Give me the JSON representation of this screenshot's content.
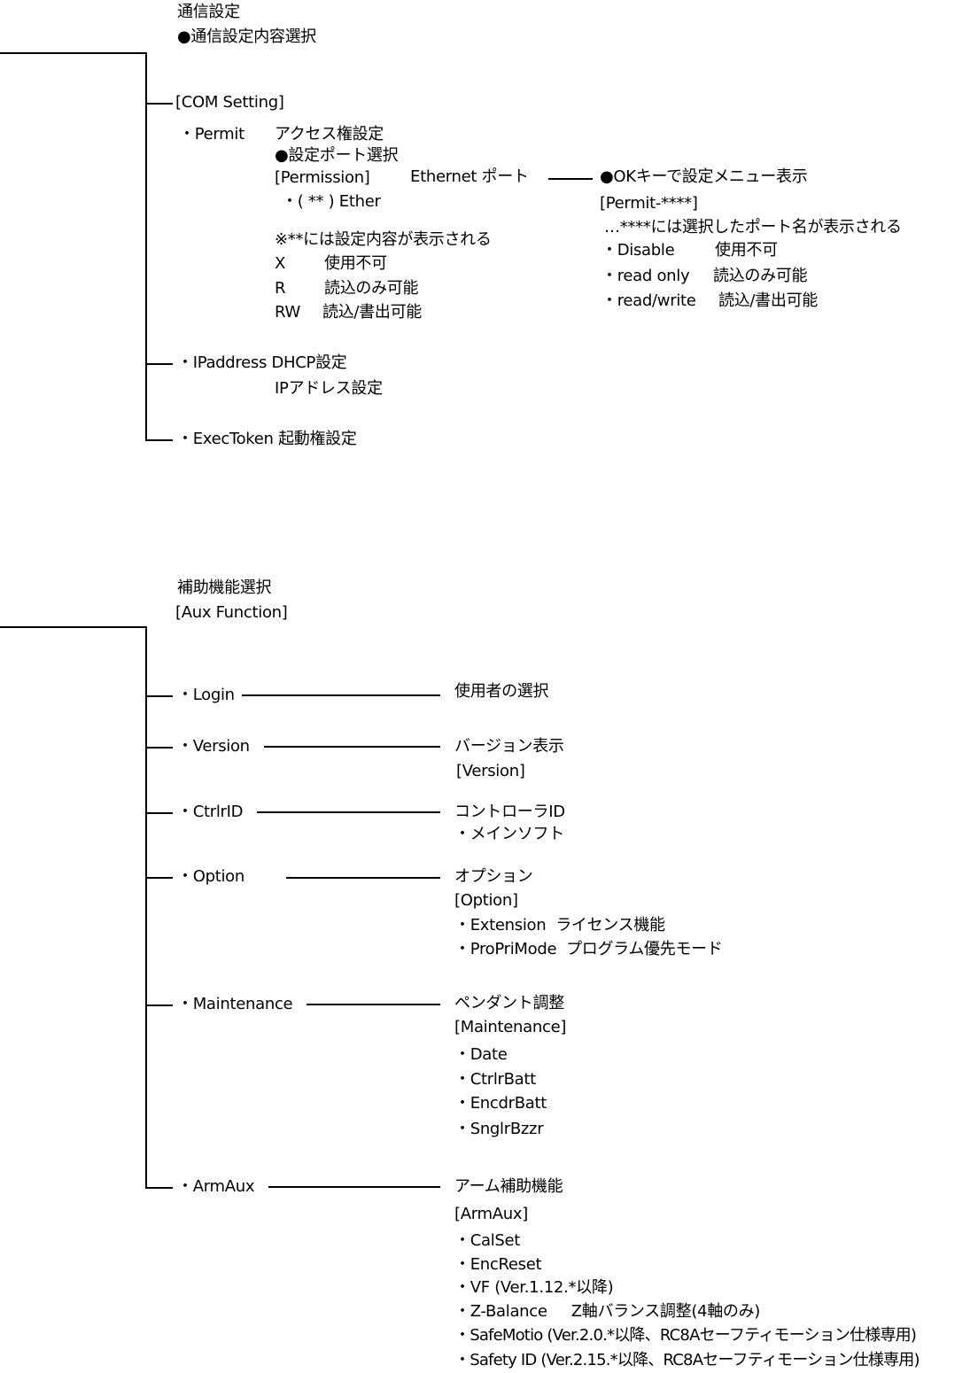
{
  "com": {
    "title": "通信設定",
    "subtitle": "●通信設定内容選択",
    "header": "[COM Setting]",
    "permit": {
      "label": "・Permit",
      "desc": "アクセス権設定",
      "select": "●設定ポート選択",
      "permission": "[Permission]",
      "ethernet": "Ethernet ポート",
      "ether": "・( ** ) Ether",
      "note": "※**には設定内容が表示される",
      "codes": [
        {
          "code": "X",
          "desc": "使用不可"
        },
        {
          "code": "R",
          "desc": "読込のみ可能"
        },
        {
          "code": "RW",
          "desc": "読込/書出可能"
        }
      ],
      "menu": {
        "title": "●OKキーで設定メニュー表示",
        "header": "[Permit-****]",
        "note": "…****には選択したポート名が表示される",
        "items": [
          {
            "label": "・Disable",
            "desc": "使用不可"
          },
          {
            "label": "・read only",
            "desc": "読込のみ可能"
          },
          {
            "label": "・read/write",
            "desc": "読込/書出可能"
          }
        ]
      }
    },
    "ipaddress": {
      "label": "・IPaddress DHCP設定",
      "sub": "IPアドレス設定"
    },
    "exectoken": {
      "label": "・ExecToken 起動権設定"
    }
  },
  "aux": {
    "title": "補助機能選択",
    "header": "[Aux Function]",
    "items": [
      {
        "label": "・Login",
        "lines": [
          "使用者の選択"
        ]
      },
      {
        "label": "・Version",
        "lines": [
          "バージョン表示",
          "[Version]"
        ]
      },
      {
        "label": "・CtrlrID",
        "lines": [
          "コントローラID",
          "・メインソフト"
        ]
      },
      {
        "label": "・Option",
        "lines": [
          "オプション",
          "[Option]",
          "・Extension  ライセンス機能",
          "・ProPriMode  プログラム優先モード"
        ]
      },
      {
        "label": "・Maintenance",
        "lines": [
          "ペンダント調整",
          "[Maintenance]",
          "・Date",
          "・CtrlrBatt",
          "・EncdrBatt",
          "・SnglrBzzr"
        ]
      },
      {
        "label": "・ArmAux",
        "lines": [
          "アーム補助機能",
          "[ArmAux]",
          "・CalSet",
          "・EncReset",
          "・VF (Ver.1.12.*以降)",
          "・Z-Balance     Z軸バランス調整(4軸のみ)",
          "・SafeMotio (Ver.2.0.*以降、RC8Aセーフティモーション仕様専用)",
          "・Safety ID (Ver.2.15.*以降、RC8Aセーフティモーション仕様専用)"
        ]
      }
    ]
  }
}
